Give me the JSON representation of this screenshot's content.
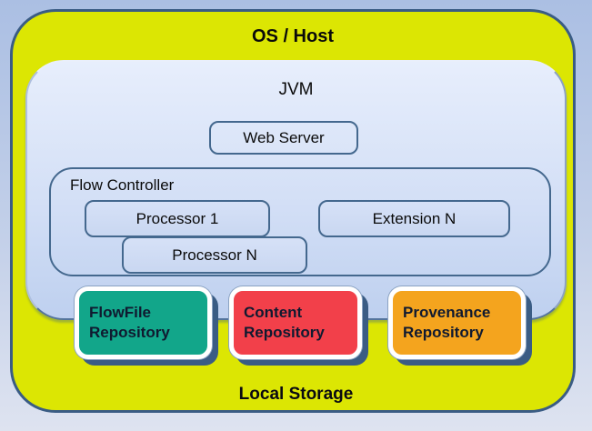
{
  "os_host": {
    "label": "OS / Host"
  },
  "jvm": {
    "label": "JVM"
  },
  "web_server": {
    "label": "Web Server"
  },
  "flow_controller": {
    "label": "Flow Controller"
  },
  "processor_1": {
    "label": "Processor 1"
  },
  "processor_n": {
    "label": "Processor N"
  },
  "extension_n": {
    "label": "Extension N"
  },
  "repositories": [
    {
      "id": "flowfile-repository",
      "line1": "FlowFile",
      "line2": "Repository",
      "color": "#12a68a"
    },
    {
      "id": "content-repository",
      "line1": "Content",
      "line2": "Repository",
      "color": "#f2404a"
    },
    {
      "id": "provenance-repository",
      "line1": "Provenance",
      "line2": "Repository",
      "color": "#f4a41e"
    }
  ],
  "local_storage": {
    "label": "Local Storage"
  },
  "colors": {
    "page_bg_top": "#abbfe3",
    "page_bg_bottom": "#dee3f0",
    "os_host_fill": "#dce603",
    "os_host_border": "#3a5c84",
    "jvm_fill_top": "#e7eefc",
    "jvm_fill_bottom": "#bed0ef",
    "inner_box_border": "#44688e",
    "repo_card_border": "#ffffff",
    "repo_card_shadow": "#3a5c84",
    "label_text": "#0a0a0a"
  }
}
